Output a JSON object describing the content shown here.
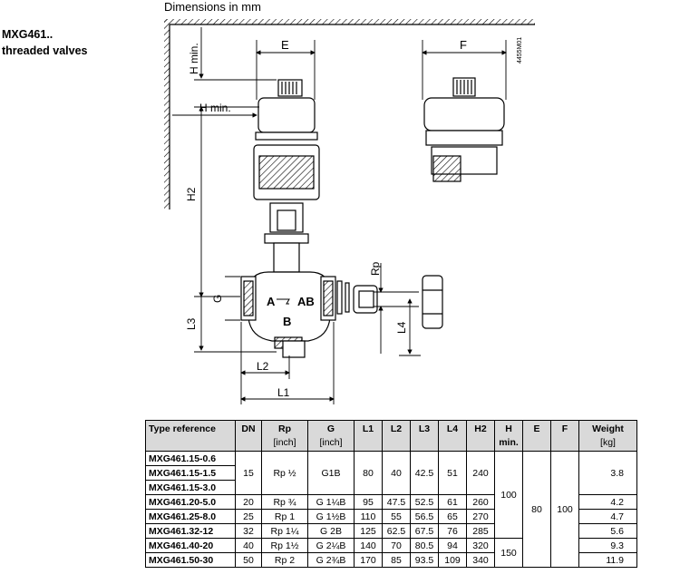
{
  "header": {
    "title_line1": "MXG461..",
    "title_line2": "threaded valves",
    "caption": "Dimensions in mm"
  },
  "drawing": {
    "drawing_number": "4455M01",
    "labels": {
      "E": "E",
      "F": "F",
      "H_min_vertical": "H min.",
      "H_min": "H min.",
      "H2": "H2",
      "G": "G",
      "L3": "L3",
      "L2": "L2",
      "L1": "L1",
      "L4": "L4",
      "Rp": "Rp",
      "port_A": "A",
      "port_AB": "AB",
      "port_B": "B"
    }
  },
  "table": {
    "headers": [
      {
        "top": "Type reference",
        "sub": ""
      },
      {
        "top": "DN",
        "sub": ""
      },
      {
        "top": "Rp",
        "sub": "[inch]"
      },
      {
        "top": "G",
        "sub": "[inch]"
      },
      {
        "top": "L1",
        "sub": ""
      },
      {
        "top": "L2",
        "sub": ""
      },
      {
        "top": "L3",
        "sub": ""
      },
      {
        "top": "L4",
        "sub": ""
      },
      {
        "top": "H2",
        "sub": ""
      },
      {
        "top": "H",
        "sub": "min."
      },
      {
        "top": "E",
        "sub": ""
      },
      {
        "top": "F",
        "sub": ""
      },
      {
        "top": "Weight",
        "sub": "[kg]"
      }
    ],
    "group1_refs": [
      "MXG461.15-0.6",
      "MXG461.15-1.5",
      "MXG461.15-3.0"
    ],
    "group1": {
      "dn": "15",
      "rp": "Rp ½",
      "g": "G1B",
      "l1": "80",
      "l2": "40",
      "l3": "42.5",
      "l4": "51",
      "h2": "240",
      "weight": "3.8"
    },
    "rows": [
      {
        "ref": "MXG461.20-5.0",
        "dn": "20",
        "rp": "Rp ¾",
        "g": "G 1¼B",
        "l1": "95",
        "l2": "47.5",
        "l3": "52.5",
        "l4": "61",
        "h2": "260",
        "weight": "4.2"
      },
      {
        "ref": "MXG461.25-8.0",
        "dn": "25",
        "rp": "Rp 1",
        "g": "G 1½B",
        "l1": "110",
        "l2": "55",
        "l3": "56.5",
        "l4": "65",
        "h2": "270",
        "weight": "4.7"
      },
      {
        "ref": "MXG461.32-12",
        "dn": "32",
        "rp": "Rp 1¼",
        "g": "G 2B",
        "l1": "125",
        "l2": "62.5",
        "l3": "67.5",
        "l4": "76",
        "h2": "285",
        "weight": "5.6"
      },
      {
        "ref": "MXG461.40-20",
        "dn": "40",
        "rp": "Rp 1½",
        "g": "G 2¼B",
        "l1": "140",
        "l2": "70",
        "l3": "80.5",
        "l4": "94",
        "h2": "320",
        "weight": "9.3"
      },
      {
        "ref": "MXG461.50-30",
        "dn": "50",
        "rp": "Rp 2",
        "g": "G 2¾B",
        "l1": "170",
        "l2": "85",
        "l3": "93.5",
        "l4": "109",
        "h2": "340",
        "weight": "11.9"
      }
    ],
    "h_min_upper": "100",
    "h_min_lower": "150",
    "e_value": "80",
    "f_value": "100"
  }
}
